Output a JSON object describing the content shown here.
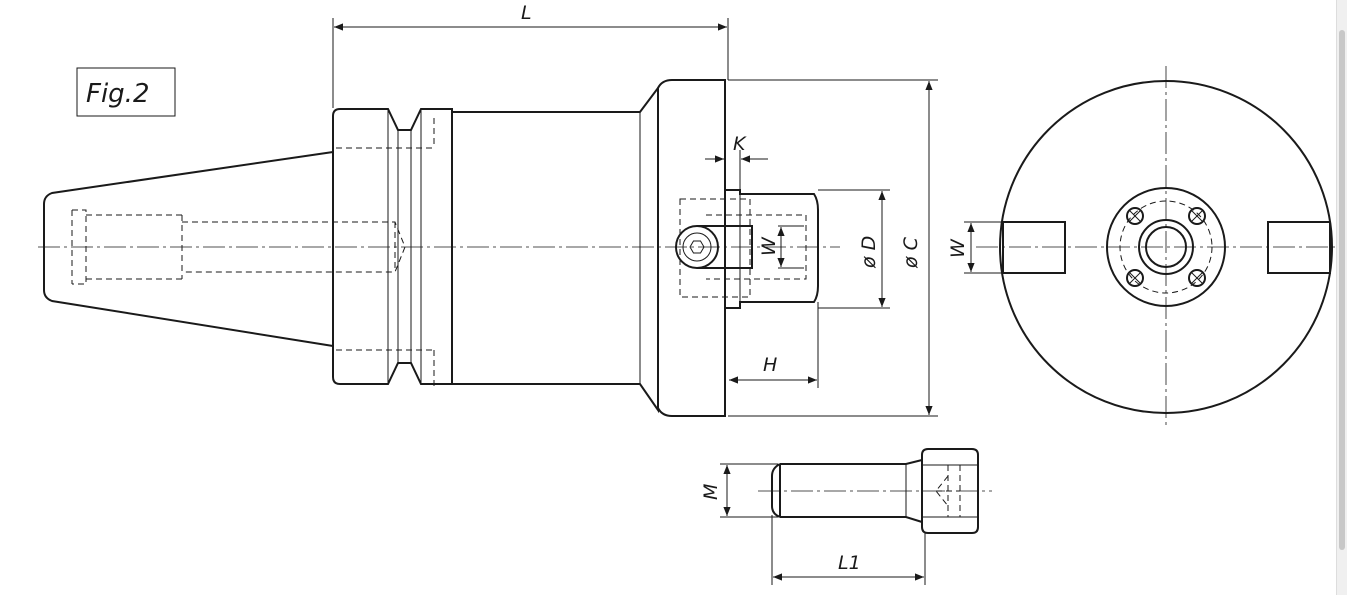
{
  "figure": {
    "label": "Fig.2"
  },
  "dimensions": {
    "L": "L",
    "K": "K",
    "W_side": "W",
    "D": "ø D",
    "C": "ø C",
    "H": "H",
    "W_front": "W",
    "M": "M",
    "L1": "L1"
  },
  "colors": {
    "line": "#1a1a1a",
    "background": "#ffffff"
  }
}
